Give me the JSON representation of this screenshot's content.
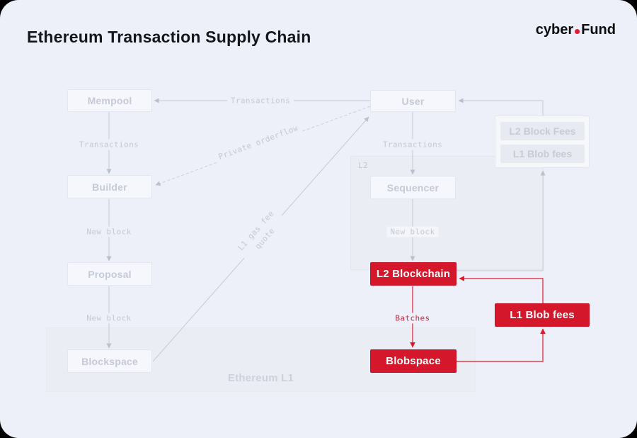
{
  "page": {
    "title": "Ethereum Transaction Supply Chain"
  },
  "logo": {
    "first": "cyber",
    "second": "Fund"
  },
  "nodes": {
    "mempool": {
      "label": "Mempool",
      "highlighted": false
    },
    "builder": {
      "label": "Builder",
      "highlighted": false
    },
    "proposal": {
      "label": "Proposal",
      "highlighted": false
    },
    "blockspace": {
      "label": "Blockspace",
      "highlighted": false
    },
    "user": {
      "label": "User",
      "highlighted": false
    },
    "sequencer": {
      "label": "Sequencer",
      "highlighted": false
    },
    "l2_blockchain": {
      "label": "L2 Blockchain",
      "highlighted": true
    },
    "blobspace": {
      "label": "Blobspace",
      "highlighted": true
    },
    "l1_blob_fees": {
      "label": "L1 Blob fees",
      "highlighted": true
    }
  },
  "fees_panel": {
    "items": [
      "L2 Block Fees",
      "L1 Blob fees"
    ]
  },
  "containers": {
    "l2": "L2",
    "l1": "Ethereum L1"
  },
  "edge_labels": {
    "transactions_top": "Transactions",
    "transactions_left": "Transactions",
    "transactions_right": "Transactions",
    "new_block_left_1": "New block",
    "new_block_left_2": "New block",
    "new_block_right": "New block",
    "private_orderflow": "Private orderflow",
    "l1_gas_fee_line1": "L1 gas fee",
    "l1_gas_fee_line2": "quote",
    "batches": "Batches"
  },
  "colors": {
    "background": "#edf0f9",
    "outer": "#000000",
    "accent_red": "#d5172b",
    "red_line": "#e0182e",
    "gray_line": "#c5c9d4",
    "faded_text": "#c5cad7",
    "logo_dot": "#e8192e"
  }
}
